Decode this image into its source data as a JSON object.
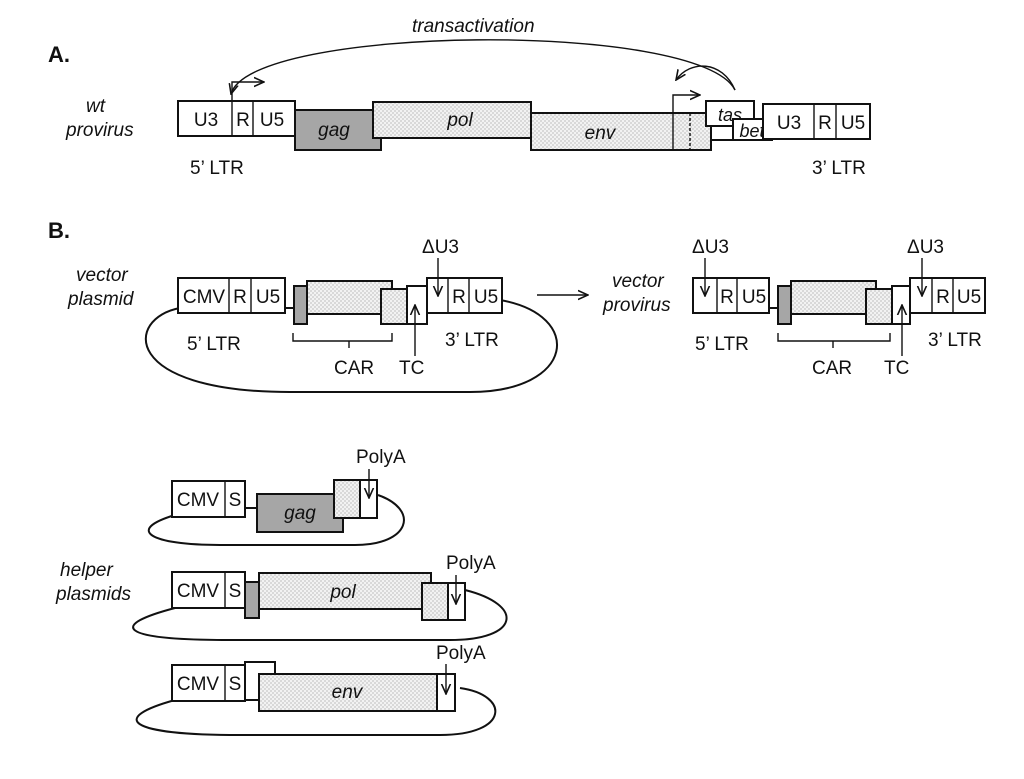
{
  "section_a": {
    "heading": "A.",
    "row_label_line1": "wt",
    "row_label_line2": "provirus",
    "transactivation": "transactivation",
    "ltr5": {
      "u3": "U3",
      "r": "R",
      "u5": "U5",
      "caption": "5’ LTR"
    },
    "ltr3": {
      "u3": "U3",
      "r": "R",
      "u5": "U5",
      "caption": "3’ LTR"
    },
    "genes": {
      "gag": "gag",
      "pol": "pol",
      "env": "env",
      "tas": "tas",
      "bet": "bet"
    }
  },
  "section_b": {
    "heading": "B.",
    "vector_plasmid": {
      "label_line1": "vector",
      "label_line2": "plasmid",
      "ltr5": {
        "cmv": "CMV",
        "r": "R",
        "u5": "U5",
        "caption": "5’ LTR"
      },
      "ltr3": {
        "r": "R",
        "u5": "U5",
        "caption": "3’ LTR",
        "delta": "ΔU3"
      },
      "car": "CAR",
      "tc": "TC"
    },
    "vector_provirus": {
      "label_line1": "vector",
      "label_line2": "provirus",
      "ltr5": {
        "r": "R",
        "u5": "U5",
        "caption": "5’ LTR",
        "delta": "ΔU3"
      },
      "ltr3": {
        "r": "R",
        "u5": "U5",
        "caption": "3’ LTR",
        "delta": "ΔU3"
      },
      "car": "CAR",
      "tc": "TC"
    },
    "helper_plasmids": {
      "label_line1": "helper",
      "label_line2": "plasmids",
      "gag": {
        "cmv": "CMV",
        "s": "S",
        "gene": "gag",
        "polya": "PolyA"
      },
      "pol": {
        "cmv": "CMV",
        "s": "S",
        "gene": "pol",
        "polya": "PolyA"
      },
      "env": {
        "cmv": "CMV",
        "s": "S",
        "gene": "env",
        "polya": "PolyA"
      }
    }
  },
  "colors": {
    "dark_fill": "#a6a6a6",
    "dot_fill": "#efefef",
    "line": "#111111"
  }
}
